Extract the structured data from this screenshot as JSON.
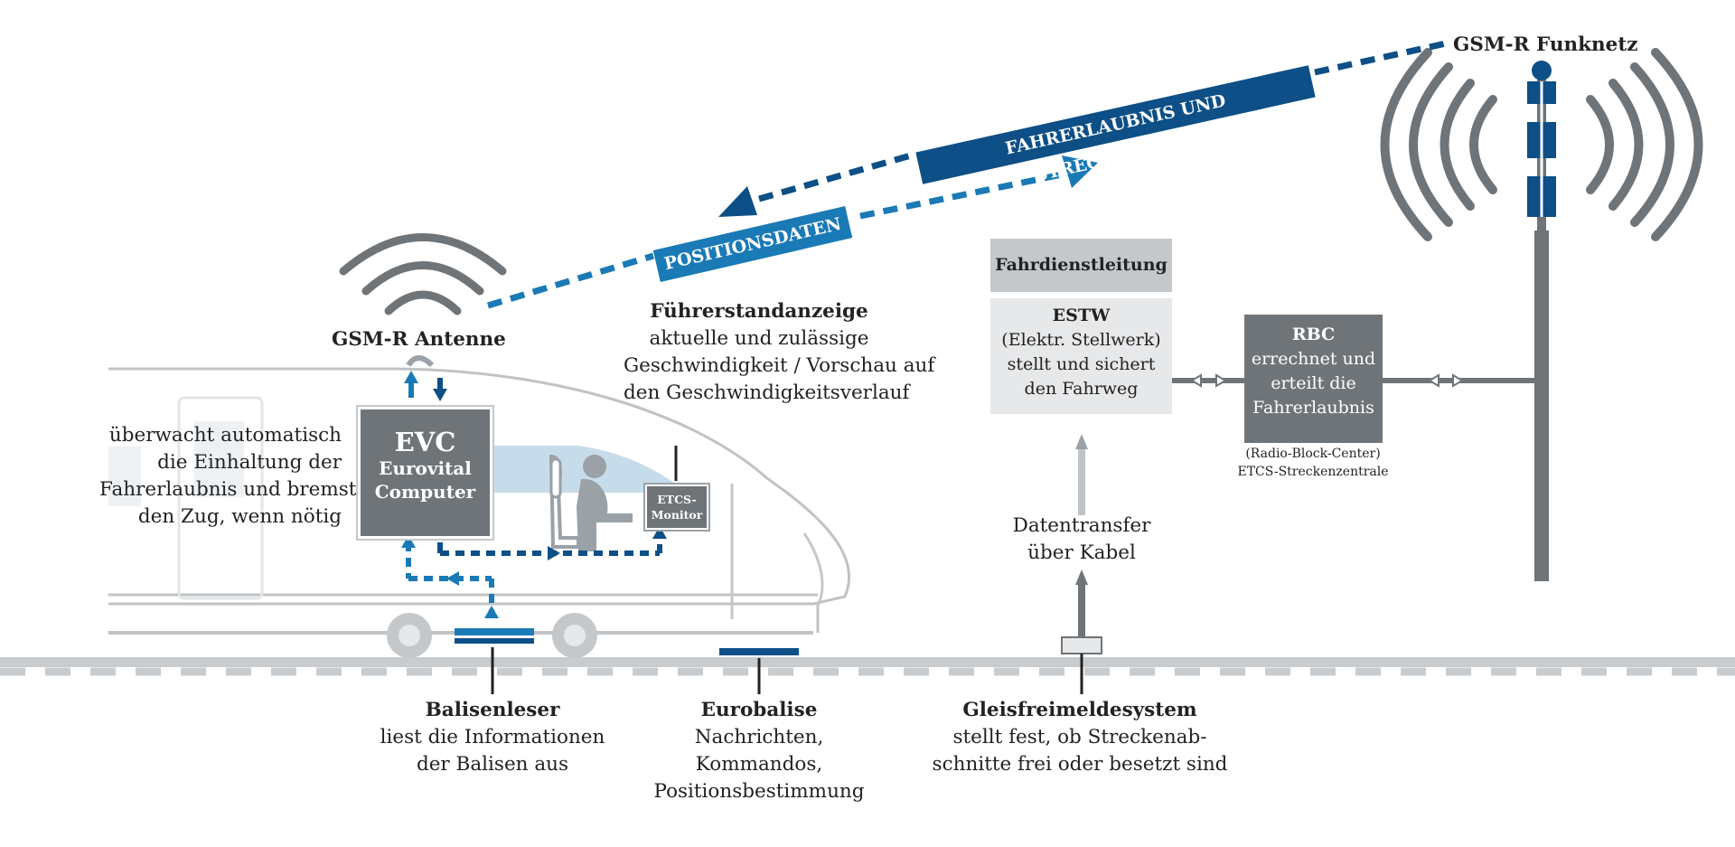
{
  "gsm_network": {
    "title": "GSM-R Funknetz"
  },
  "radio_link": {
    "permission_label": "FAHRERLAUBNIS UND STRECKENDATEN",
    "position_label": "POSITIONSDATEN"
  },
  "antenna": {
    "title": "GSM-R Antenne"
  },
  "evc": {
    "title": "EVC",
    "line1": "Eurovital",
    "line2": "Computer"
  },
  "evc_description": {
    "line1": "überwacht automatisch",
    "line2": "die Einhaltung der",
    "line3": "Fahrerlaubnis und bremst",
    "line4": "den Zug, wenn nötig"
  },
  "etcs_monitor": {
    "line1": "ETCS-",
    "line2": "Monitor"
  },
  "cab_display": {
    "title": "Führerstandanzeige",
    "line1": "aktuelle und zulässige",
    "line2": "Geschwindigkeit / Vorschau auf",
    "line3": "den Geschwindigkeitsverlauf"
  },
  "dispatch": {
    "title": "Fahrdienstleitung"
  },
  "estw": {
    "title": "ESTW",
    "line1": "(Elektr. Stellwerk)",
    "line2": "stellt und sichert",
    "line3": "den Fahrweg"
  },
  "rbc": {
    "title": "RBC",
    "line1": "errechnet und",
    "line2": "erteilt die",
    "line3": "Fahrerlaubnis",
    "note1": "(Radio-Block-Center)",
    "note2": "ETCS-Streckenzentrale"
  },
  "data_transfer": {
    "line1": "Datentransfer",
    "line2": "über Kabel"
  },
  "balise_reader": {
    "title": "Balisenleser",
    "line1": "liest die Informationen",
    "line2": "der Balisen aus"
  },
  "eurobalise": {
    "title": "Eurobalise",
    "line1": "Nachrichten,",
    "line2": "Kommandos,",
    "line3": "Positionsbestimmung"
  },
  "track_detection": {
    "title": "Gleisfreimeldesystem",
    "line1": "stellt fest, ob Streckenab-",
    "line2": "schnitte frei oder besetzt sind"
  },
  "colors": {
    "dark_blue": "#0d4f86",
    "light_blue": "#1a7ab6",
    "gray": "#6f7478",
    "light_gray": "#d8dadc"
  }
}
